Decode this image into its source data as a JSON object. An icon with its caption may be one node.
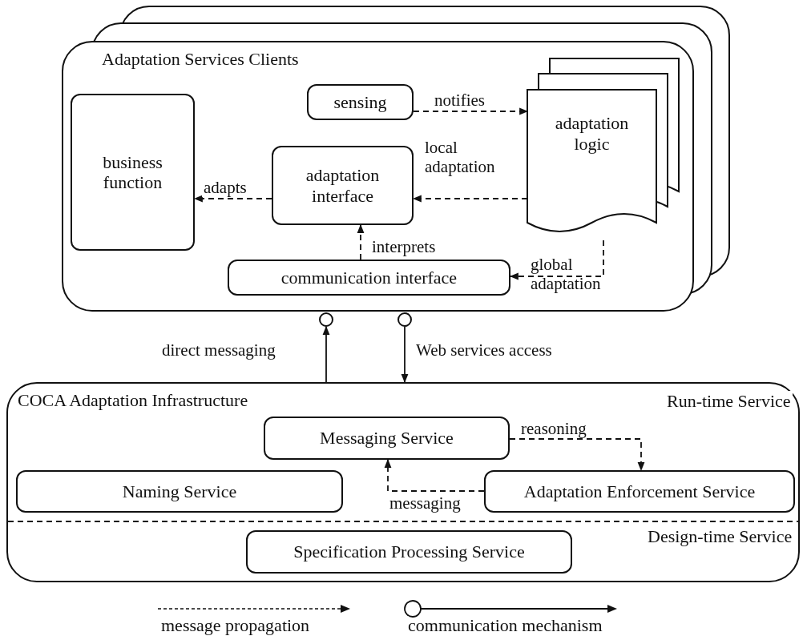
{
  "diagram": {
    "nodes": [
      {
        "text": [
          "Adaptation Services Clients"
        ]
      },
      {
        "text": [
          "sensing"
        ],
        "in": 0
      },
      {
        "text": [
          "adaptation logic"
        ],
        "in": 0
      },
      {
        "text": [
          "business function"
        ],
        "in": 0
      },
      {
        "text": [
          "adaptation interface"
        ],
        "in": 0
      },
      {
        "text": [
          "communication interface"
        ],
        "in": 0
      },
      {
        "text": [
          "COCA Adaptation Infrastructure"
        ]
      },
      {
        "text": [
          "Messaging Service"
        ],
        "in": 6
      },
      {
        "text": [
          "Naming Service"
        ],
        "in": 6
      },
      {
        "text": [
          "Adaptation Enforcement Service"
        ],
        "in": 6
      },
      {
        "text": [
          "Specification Processing Service"
        ],
        "in": 6
      },
      {
        "text": [],
        "shape": "circle"
      },
      {
        "text": [],
        "shape": "circle"
      }
    ],
    "edges": [
      {
        "from": 1,
        "to": 2,
        "arrow": "to",
        "label": "notifies",
        "style": "dashed"
      },
      {
        "from": 2,
        "to": 4,
        "arrow": "to",
        "label": "local adaptation",
        "style": "dashed"
      },
      {
        "from": 4,
        "to": 3,
        "arrow": "to",
        "label": "adapts",
        "style": "dashed"
      },
      {
        "from": 2,
        "to": 5,
        "arrow": "to",
        "label": "global adaptation",
        "style": "dashed"
      },
      {
        "from": 5,
        "to": 4,
        "arrow": "to",
        "label": "interprets",
        "style": "dashed"
      },
      {
        "from": 7,
        "to": 9,
        "arrow": "to",
        "label": "reasoning",
        "style": "dashed"
      },
      {
        "from": 9,
        "to": 7,
        "arrow": "to",
        "label": "messaging",
        "style": "dashed"
      },
      {
        "from": 6,
        "to": 11,
        "arrow": "to",
        "label": "direct messaging"
      },
      {
        "from": 12,
        "to": 6,
        "arrow": "to",
        "label": "Web services access"
      }
    ],
    "labels": [
      "Run-time Service",
      "Design-time Service"
    ],
    "legend": [
      {
        "text": "message propagation"
      },
      {
        "text": "communication mechanism"
      }
    ]
  }
}
